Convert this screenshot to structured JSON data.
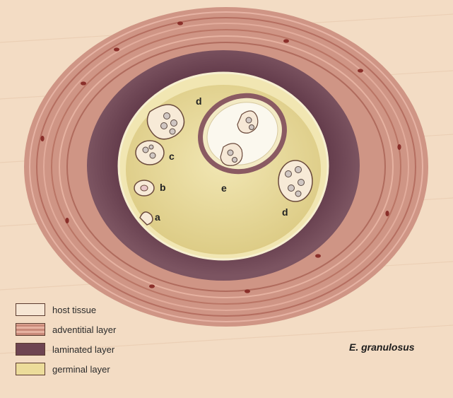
{
  "diagram": {
    "labels": {
      "a": "a",
      "b": "b",
      "c": "c",
      "d_top": "d",
      "d_right": "d",
      "e": "e"
    },
    "species": "E. granulosus",
    "colors": {
      "host_tissue": "#f3dcc4",
      "adventitial": "#c98a7a",
      "laminated": "#6e4452",
      "germinal": "#ecdc9a"
    }
  },
  "legend": [
    {
      "key": "host",
      "label": "host tissue"
    },
    {
      "key": "adventitial",
      "label": "adventitial layer"
    },
    {
      "key": "laminated",
      "label": "laminated layer"
    },
    {
      "key": "germinal",
      "label": "germinal layer"
    }
  ]
}
